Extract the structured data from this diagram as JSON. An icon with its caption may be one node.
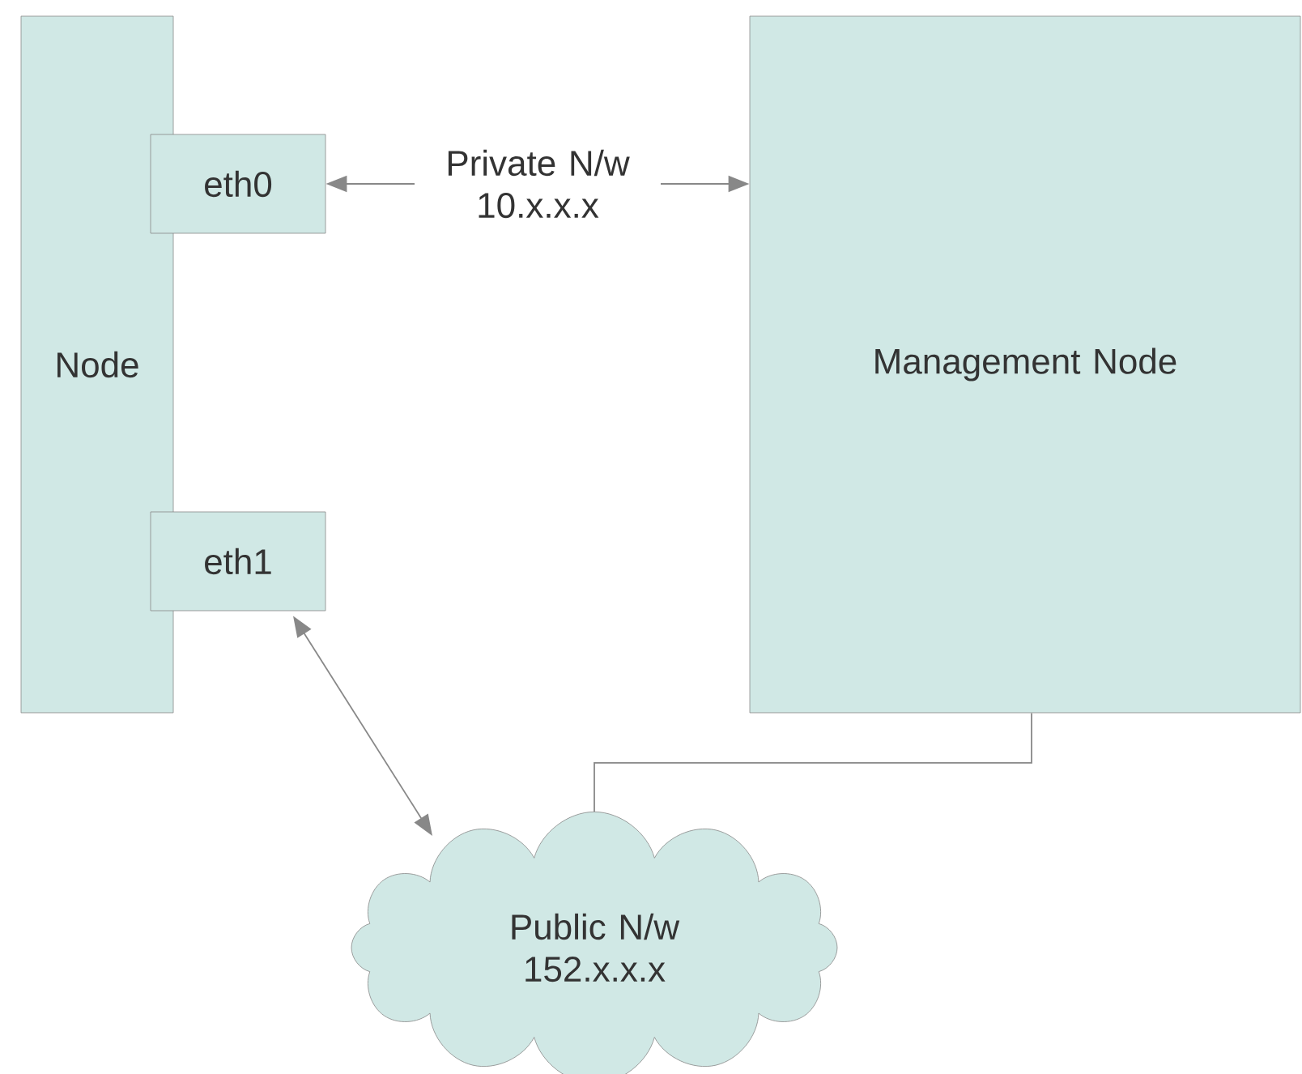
{
  "diagram": {
    "nodes": [
      {
        "text": [
          "Node"
        ]
      },
      {
        "text": [
          "eth0"
        ]
      },
      {
        "text": [
          "eth1"
        ]
      },
      {
        "text": [
          "Management Node"
        ]
      },
      {
        "text": [
          "Public N/w 152.x.x.x"
        ]
      }
    ],
    "edges": [
      {
        "from": 1,
        "to": 3,
        "arrow": "both",
        "label": "Private N/w 10.x.x.x"
      },
      {
        "from": 2,
        "to": 4,
        "arrow": "both"
      },
      {
        "from": 3,
        "to": 4,
        "arrow": "none"
      }
    ]
  }
}
